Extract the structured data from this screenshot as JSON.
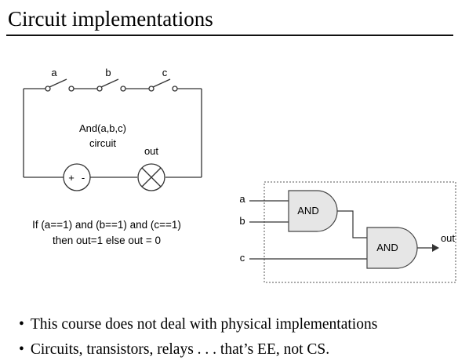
{
  "slide": {
    "title": "Circuit implementations"
  },
  "circuit": {
    "switch_labels": [
      "a",
      "b",
      "c"
    ],
    "center_label_line1": "And(a,b,c)",
    "center_label_line2": "circuit",
    "output_label": "out",
    "battery_plus": "+",
    "battery_minus": "-",
    "label_color": "#1a2f9c",
    "condition_line1": "If (a==1) and (b==1) and (c==1)",
    "condition_line2": "then out=1 else out = 0"
  },
  "gates": {
    "inputs": [
      "a",
      "b",
      "c"
    ],
    "gate1_label": "AND",
    "gate2_label": "AND",
    "output_label": "out",
    "gate_fill": "#e6e6e6"
  },
  "bullets": [
    "This course does not deal with physical implementations",
    "Circuits, transistors, relays . . . that’s EE, not CS."
  ]
}
